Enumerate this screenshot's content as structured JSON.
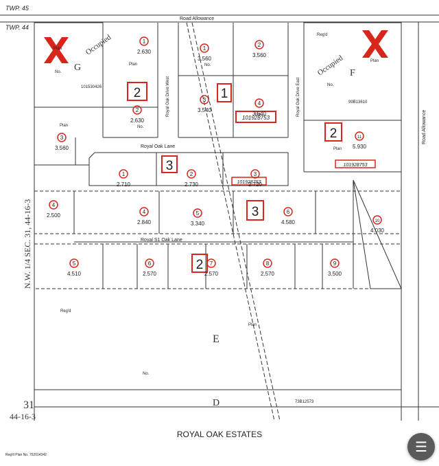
{
  "township": {
    "north": "TWP. 45",
    "south": "TWP. 44"
  },
  "road_allowance": "Road   Allowance",
  "road_allowance_right": "Road   Allowance",
  "section_label": "N.W. 1/4  SEC. 31,  44-16-3",
  "section_number": "31",
  "section_code": "44-16-3",
  "map_title": "ROYAL OAK ESTATES",
  "occupied_label": "Occupied",
  "reg_plan_note": "Reg'd Plan No. 752014342",
  "streets": {
    "royal_oak_lane": "Royal   Oak   Lane",
    "royal_oak_lane_s": "Royal   S1   Oak   Lane",
    "drive_west": "Royal Oak Drive West",
    "drive_east": "Royal Oak Drive East"
  },
  "blocks": [
    {
      "id": "G",
      "label": "G",
      "occupied": true,
      "reg_no": "101530426"
    },
    {
      "id": "F",
      "label": "F",
      "occupied": true,
      "reg_no": "99B13610"
    },
    {
      "id": "E",
      "label": "E"
    },
    {
      "id": "D",
      "label": "D",
      "reg_no": "73B12573"
    }
  ],
  "block_numbers": [
    {
      "id": "b2-left",
      "text": "2"
    },
    {
      "id": "b1-top",
      "text": "1"
    },
    {
      "id": "b3-mid",
      "text": "3"
    },
    {
      "id": "b2-right",
      "text": "2"
    },
    {
      "id": "b3-center",
      "text": "3"
    },
    {
      "id": "b2-bottom",
      "text": "2"
    }
  ],
  "reg_boxes": [
    {
      "id": "reg-top",
      "text": "101928753"
    },
    {
      "id": "reg-mid",
      "text": "101928753"
    },
    {
      "id": "reg-right",
      "text": "101928753"
    }
  ],
  "lots": [
    {
      "id": "g1",
      "num": "1",
      "area": "2.630"
    },
    {
      "id": "g1b",
      "num": "1",
      "area": "3.560"
    },
    {
      "id": "g2t",
      "num": "2",
      "area": "3.560"
    },
    {
      "id": "g2",
      "num": "2",
      "area": "2.630"
    },
    {
      "id": "g3",
      "num": "3",
      "area": "3.540"
    },
    {
      "id": "g4",
      "num": "4",
      "area": "3.540"
    },
    {
      "id": "g3l",
      "num": "3",
      "area": "3.560"
    },
    {
      "id": "f1",
      "num": "11",
      "area": "5.930"
    },
    {
      "id": "r1",
      "num": "1",
      "area": "2.710"
    },
    {
      "id": "r2",
      "num": "2",
      "area": "2.730"
    },
    {
      "id": "r3",
      "num": "3",
      "area": "2.720"
    },
    {
      "id": "m4",
      "num": "4",
      "area": "2.500"
    },
    {
      "id": "m4b",
      "num": "4",
      "area": "2.840"
    },
    {
      "id": "m5",
      "num": "5",
      "area": "3.340"
    },
    {
      "id": "m6",
      "num": "6",
      "area": "4.580"
    },
    {
      "id": "m10",
      "num": "10",
      "area": "4.030"
    },
    {
      "id": "s5",
      "num": "5",
      "area": "4.510"
    },
    {
      "id": "s6",
      "num": "6",
      "area": "2.570"
    },
    {
      "id": "s7",
      "num": "7",
      "area": "2.570"
    },
    {
      "id": "s8",
      "num": "8",
      "area": "2.570"
    },
    {
      "id": "s9",
      "num": "9",
      "area": "3.500"
    }
  ],
  "small_text": {
    "plan": "Plan",
    "no": "No.",
    "regd": "Reg'd"
  },
  "colors": {
    "red": "#d9261c",
    "line": "#333333",
    "fab": "#5a5a5a"
  },
  "fab_icon": "document-icon"
}
